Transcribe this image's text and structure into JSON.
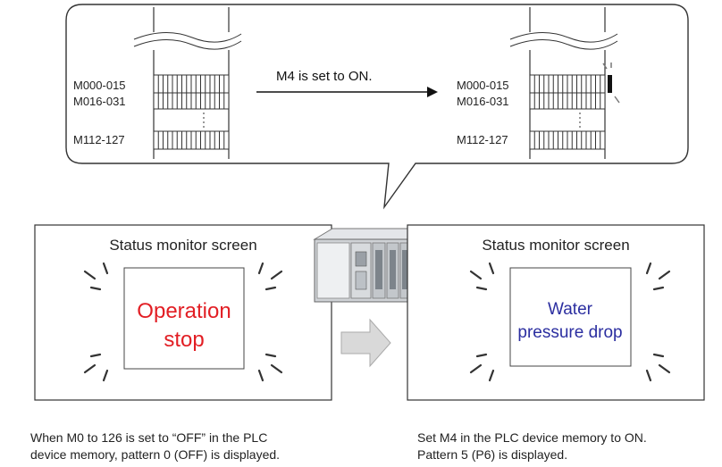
{
  "callout": {
    "row_labels": [
      "M000-015",
      "M016-031",
      "M112-127"
    ],
    "arrow_label": "M4 is set to ON."
  },
  "left_panel": {
    "title": "Status monitor screen",
    "message_lines": [
      "Operation",
      "stop"
    ],
    "message_color": "#e21e24",
    "caption_lines": [
      "When M0 to 126 is set to “OFF” in the PLC",
      "device memory, pattern 0 (OFF) is displayed."
    ]
  },
  "right_panel": {
    "title": "Status monitor screen",
    "message_lines": [
      "Water",
      "pressure drop"
    ],
    "message_color": "#2b2ea0",
    "caption_lines": [
      "Set M4 in the PLC device memory to ON.",
      "Pattern 5 (P6) is displayed."
    ]
  },
  "colors": {
    "line": "#333333",
    "arrow_fill": "#d9d9d9",
    "highlight_bit": "#111111",
    "plc_body": "#cfd2d6"
  }
}
